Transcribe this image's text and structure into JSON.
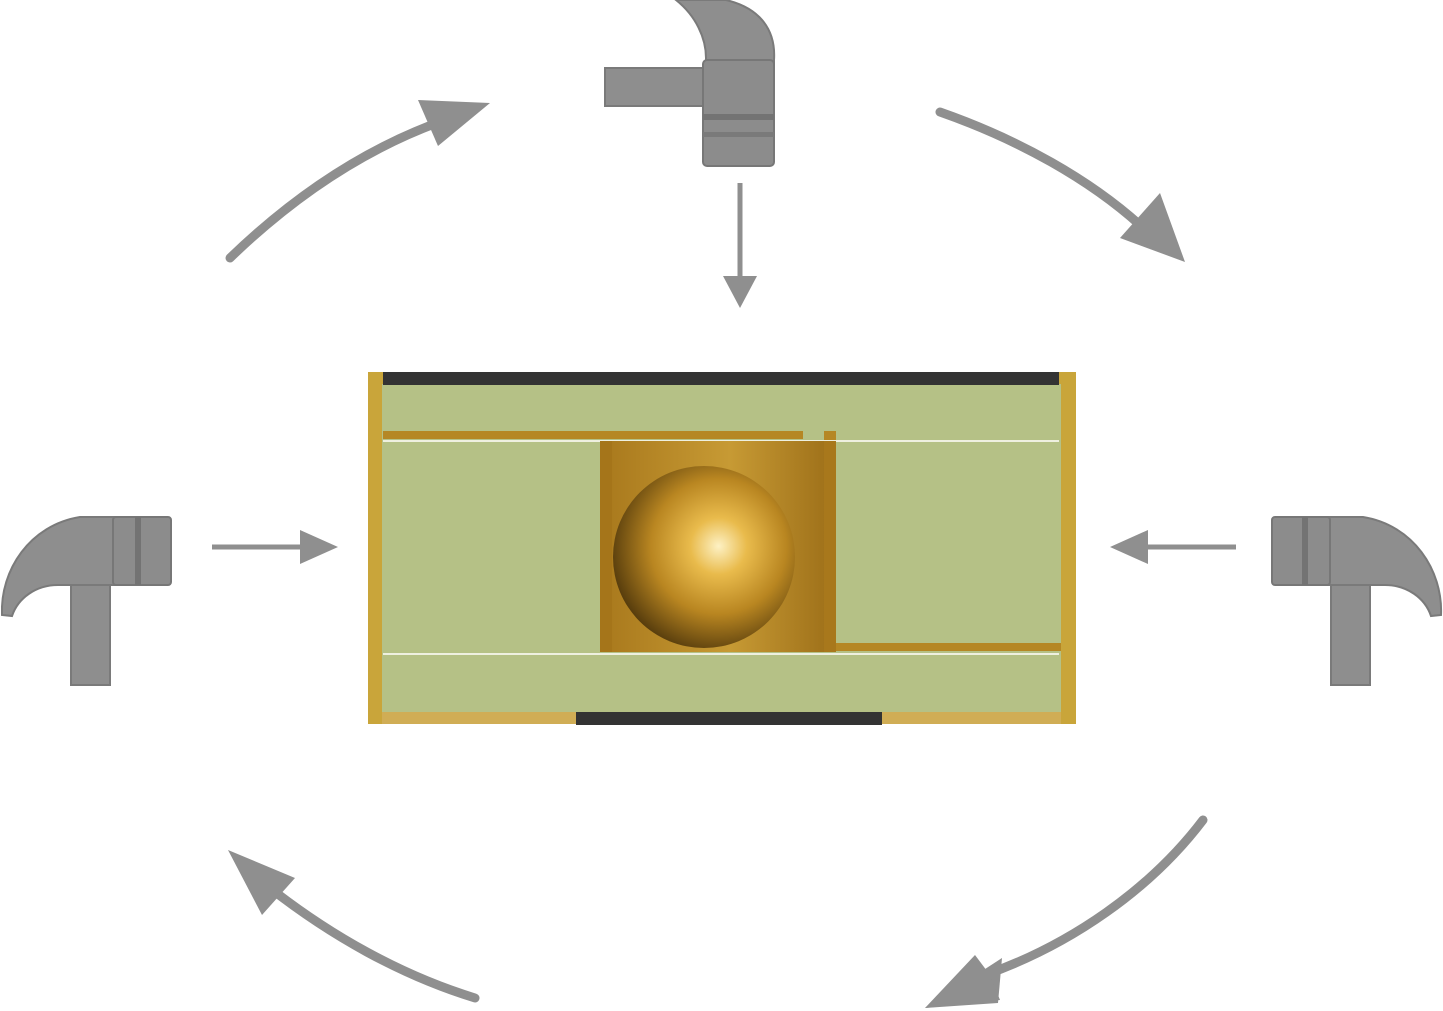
{
  "diagram": {
    "hammers": [
      {
        "id": "top",
        "icon": "hammer-icon",
        "strike_direction": "down"
      },
      {
        "id": "left",
        "icon": "hammer-icon",
        "strike_direction": "right"
      },
      {
        "id": "right",
        "icon": "hammer-icon",
        "strike_direction": "left"
      }
    ],
    "cycle_arrows": [
      {
        "id": "upper-left",
        "direction": "clockwise"
      },
      {
        "id": "upper-right",
        "direction": "clockwise"
      },
      {
        "id": "lower-right",
        "direction": "clockwise"
      },
      {
        "id": "lower-left",
        "direction": "clockwise"
      }
    ],
    "device": {
      "components": [
        "housing",
        "top-electrode",
        "bottom-electrode",
        "chamber",
        "ball"
      ]
    },
    "colors": {
      "hammer": "#8c8c8c",
      "hammer_dark": "#767676",
      "arrow": "#8f8f8f",
      "housing": "#b5c186",
      "gold_frame": "#c9a53a",
      "electrode": "#333333",
      "ball_light": "#fbe9a8",
      "ball_dark": "#5a3f0c",
      "chamber": "#b07f1f"
    }
  }
}
